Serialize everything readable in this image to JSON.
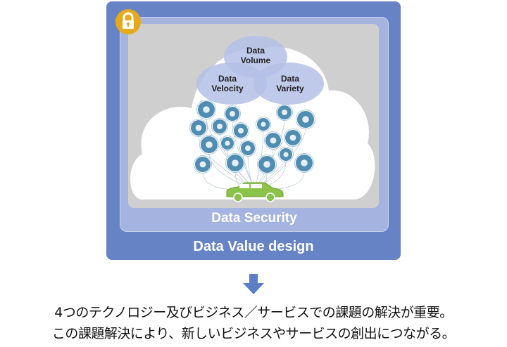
{
  "diagram": {
    "outer_label": "Data Value design",
    "security_label": "Data Security",
    "venn": [
      {
        "line1": "Data",
        "line2": "Volume"
      },
      {
        "line1": "Data",
        "line2": "Velocity"
      },
      {
        "line1": "Data",
        "line2": "Variety"
      }
    ],
    "icons": [
      "fuel-pump-icon",
      "car-top-icon",
      "battery-icon",
      "speedometer-icon",
      "leaf-icon",
      "car-repair-icon",
      "airbag-icon",
      "smartphone-icon",
      "fan-icon",
      "microphone-icon",
      "wifi-icon",
      "cloud-icon",
      "car-side-icon",
      "person-icon",
      "seat-icon",
      "lock-icon",
      "more-icon",
      "wiper-icon"
    ],
    "colors": {
      "frame": "#6683c6",
      "security": "#a4b3df",
      "lock": "#e6a91a",
      "icon": "#4f8db3",
      "car": "#8bc34a",
      "venn": "#b4bfe6"
    }
  },
  "caption": {
    "line1": "4つのテクノロジー及びビジネス／サービスでの課題の解決が重要。",
    "line2": "この課題解決により、新しいビジネスやサービスの創出につながる。"
  }
}
